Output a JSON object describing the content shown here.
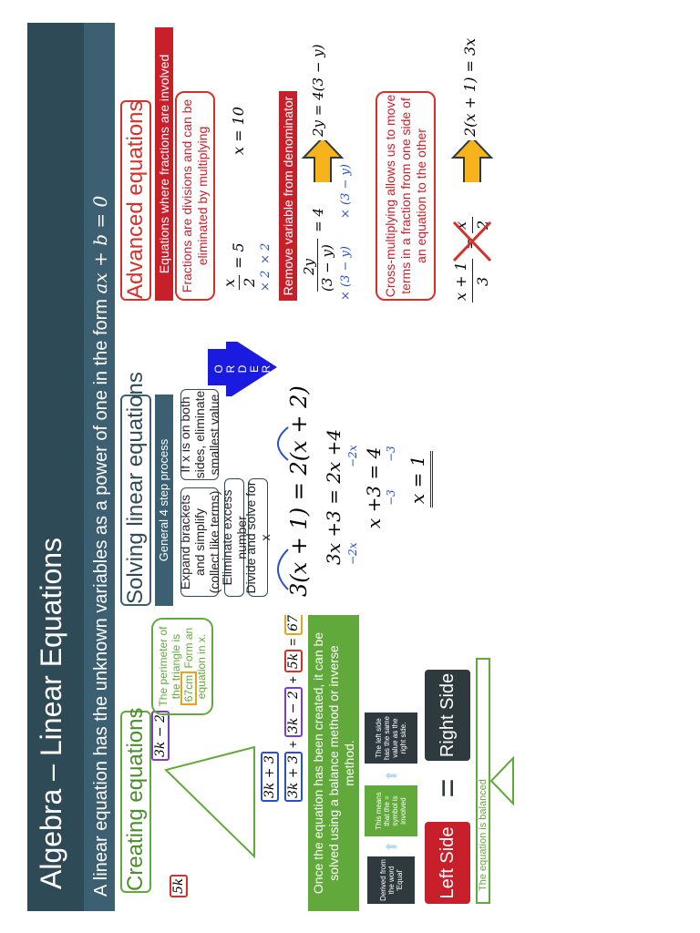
{
  "header": {
    "title": "Algebra – Linear Equations",
    "subtitle": "A linear equation has the unknown variables as a power of one in the form",
    "subtitle_formula": "ax + b = 0"
  },
  "creating": {
    "heading": "Creating equations",
    "box_5k": "5k",
    "box_3k_minus_2": "3k − 2",
    "box_3k_plus_3": "3k + 3",
    "perimeter_text": "The perimeter of the triangle is",
    "perimeter_value": "67cm",
    "perimeter_text_2": "Form an equation in x.",
    "eq_term1": "3k + 3",
    "eq_plus1": "+",
    "eq_term2": "3k − 2",
    "eq_plus2": "+",
    "eq_term3": "5k",
    "eq_equals": "=",
    "eq_result": "67",
    "once_text": "Once the equation has been created, it can be solved using a balance method or inverse method.",
    "derived_text": "Derived from the word 'Equal'",
    "means_text": "This means that the = symbol is involved",
    "leftside_text": "The left side has the same value as the right side.",
    "left_side": "Left Side",
    "equals_sign": "=",
    "right_side": "Right Side",
    "balanced_text": "The equation is balanced"
  },
  "solving": {
    "heading": "Solving linear equations",
    "process_label": "General 4 step process",
    "step1": "Expand brackets and simplify (collect like terms)",
    "step2": "If x is on both sides, eliminate smallest value",
    "step3": "Eliminate excess number",
    "step4": "Divide and solve for x",
    "order_letters": [
      "O",
      "R",
      "D",
      "E",
      "R"
    ],
    "worked_line1": "3(x + 1) = 2(x + 2)",
    "worked_line2": "3x +3 = 2x +4",
    "worked_minus2x_left": "−2x",
    "worked_minus2x_right": "−2x",
    "worked_line3": "x +3 = 4",
    "worked_minus3_left": "−3",
    "worked_minus3_right": "−3",
    "worked_line4": "x = 1"
  },
  "advanced": {
    "heading": "Advanced equations",
    "subheading": "Equations where fractions are involved",
    "fractions_text": "Fractions are divisions and can be eliminated by multiplying",
    "frac_num": "x",
    "frac_den": "2",
    "frac_rhs": "= 5",
    "frac_times_left": "× 2",
    "frac_times_right": "× 2",
    "frac_result": "x = 10",
    "remove_label": "Remove variable from denominator",
    "rv_num": "2y",
    "rv_den": "(3 − y)",
    "rv_rhs": "= 4",
    "rv_times_left": "× (3 − y)",
    "rv_times_right": "× (3 − y)",
    "rv_result": "2y = 4(3 − y)",
    "cross_text": "Cross-multiplying allows us to move terms in a fraction from one side of an equation to the other",
    "cm_left_num": "x + 1",
    "cm_left_den": "3",
    "cm_equals": "=",
    "cm_right_num": "x",
    "cm_right_den": "2",
    "cm_result": "2(x + 1) = 3x"
  },
  "colors": {
    "title_bar": "#2f4a57",
    "subtitle_bar": "#3c5f72",
    "green": "#62a93c",
    "red": "#d7302b",
    "blue_arrow": "#1a1ae0",
    "orange_arrow": "#f7b31b"
  }
}
